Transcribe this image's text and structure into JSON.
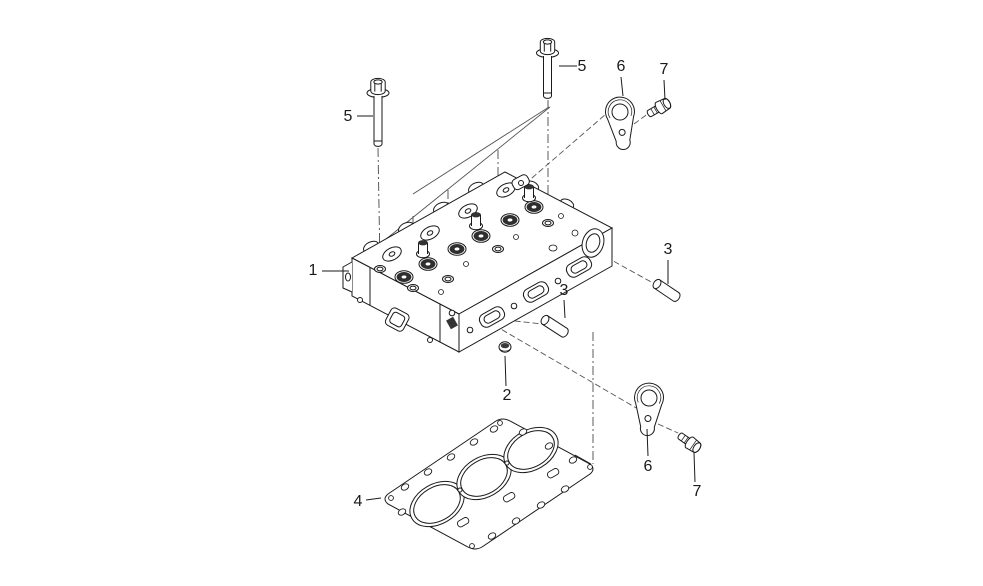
{
  "figure": {
    "kind": "exploded-parts-diagram",
    "subject": "cylinder head assembly",
    "background_color": "#ffffff",
    "line_color": "#1a1a1a",
    "dark_fill_color": "#2f2f2f",
    "callouts": [
      {
        "label": "1",
        "part": "cylinder-head"
      },
      {
        "label": "2",
        "part": "cup-plug"
      },
      {
        "label": "3",
        "part": "dowel-pin-front"
      },
      {
        "label": "3",
        "part": "dowel-pin-right"
      },
      {
        "label": "4",
        "part": "cylinder-head-gasket"
      },
      {
        "label": "5",
        "part": "head-bolt-left"
      },
      {
        "label": "5",
        "part": "head-bolt-right"
      },
      {
        "label": "6",
        "part": "lifting-eye-upper"
      },
      {
        "label": "7",
        "part": "lifting-eye-bolt-upper"
      },
      {
        "label": "6",
        "part": "lifting-eye-lower"
      },
      {
        "label": "7",
        "part": "lifting-eye-bolt-lower"
      }
    ]
  }
}
